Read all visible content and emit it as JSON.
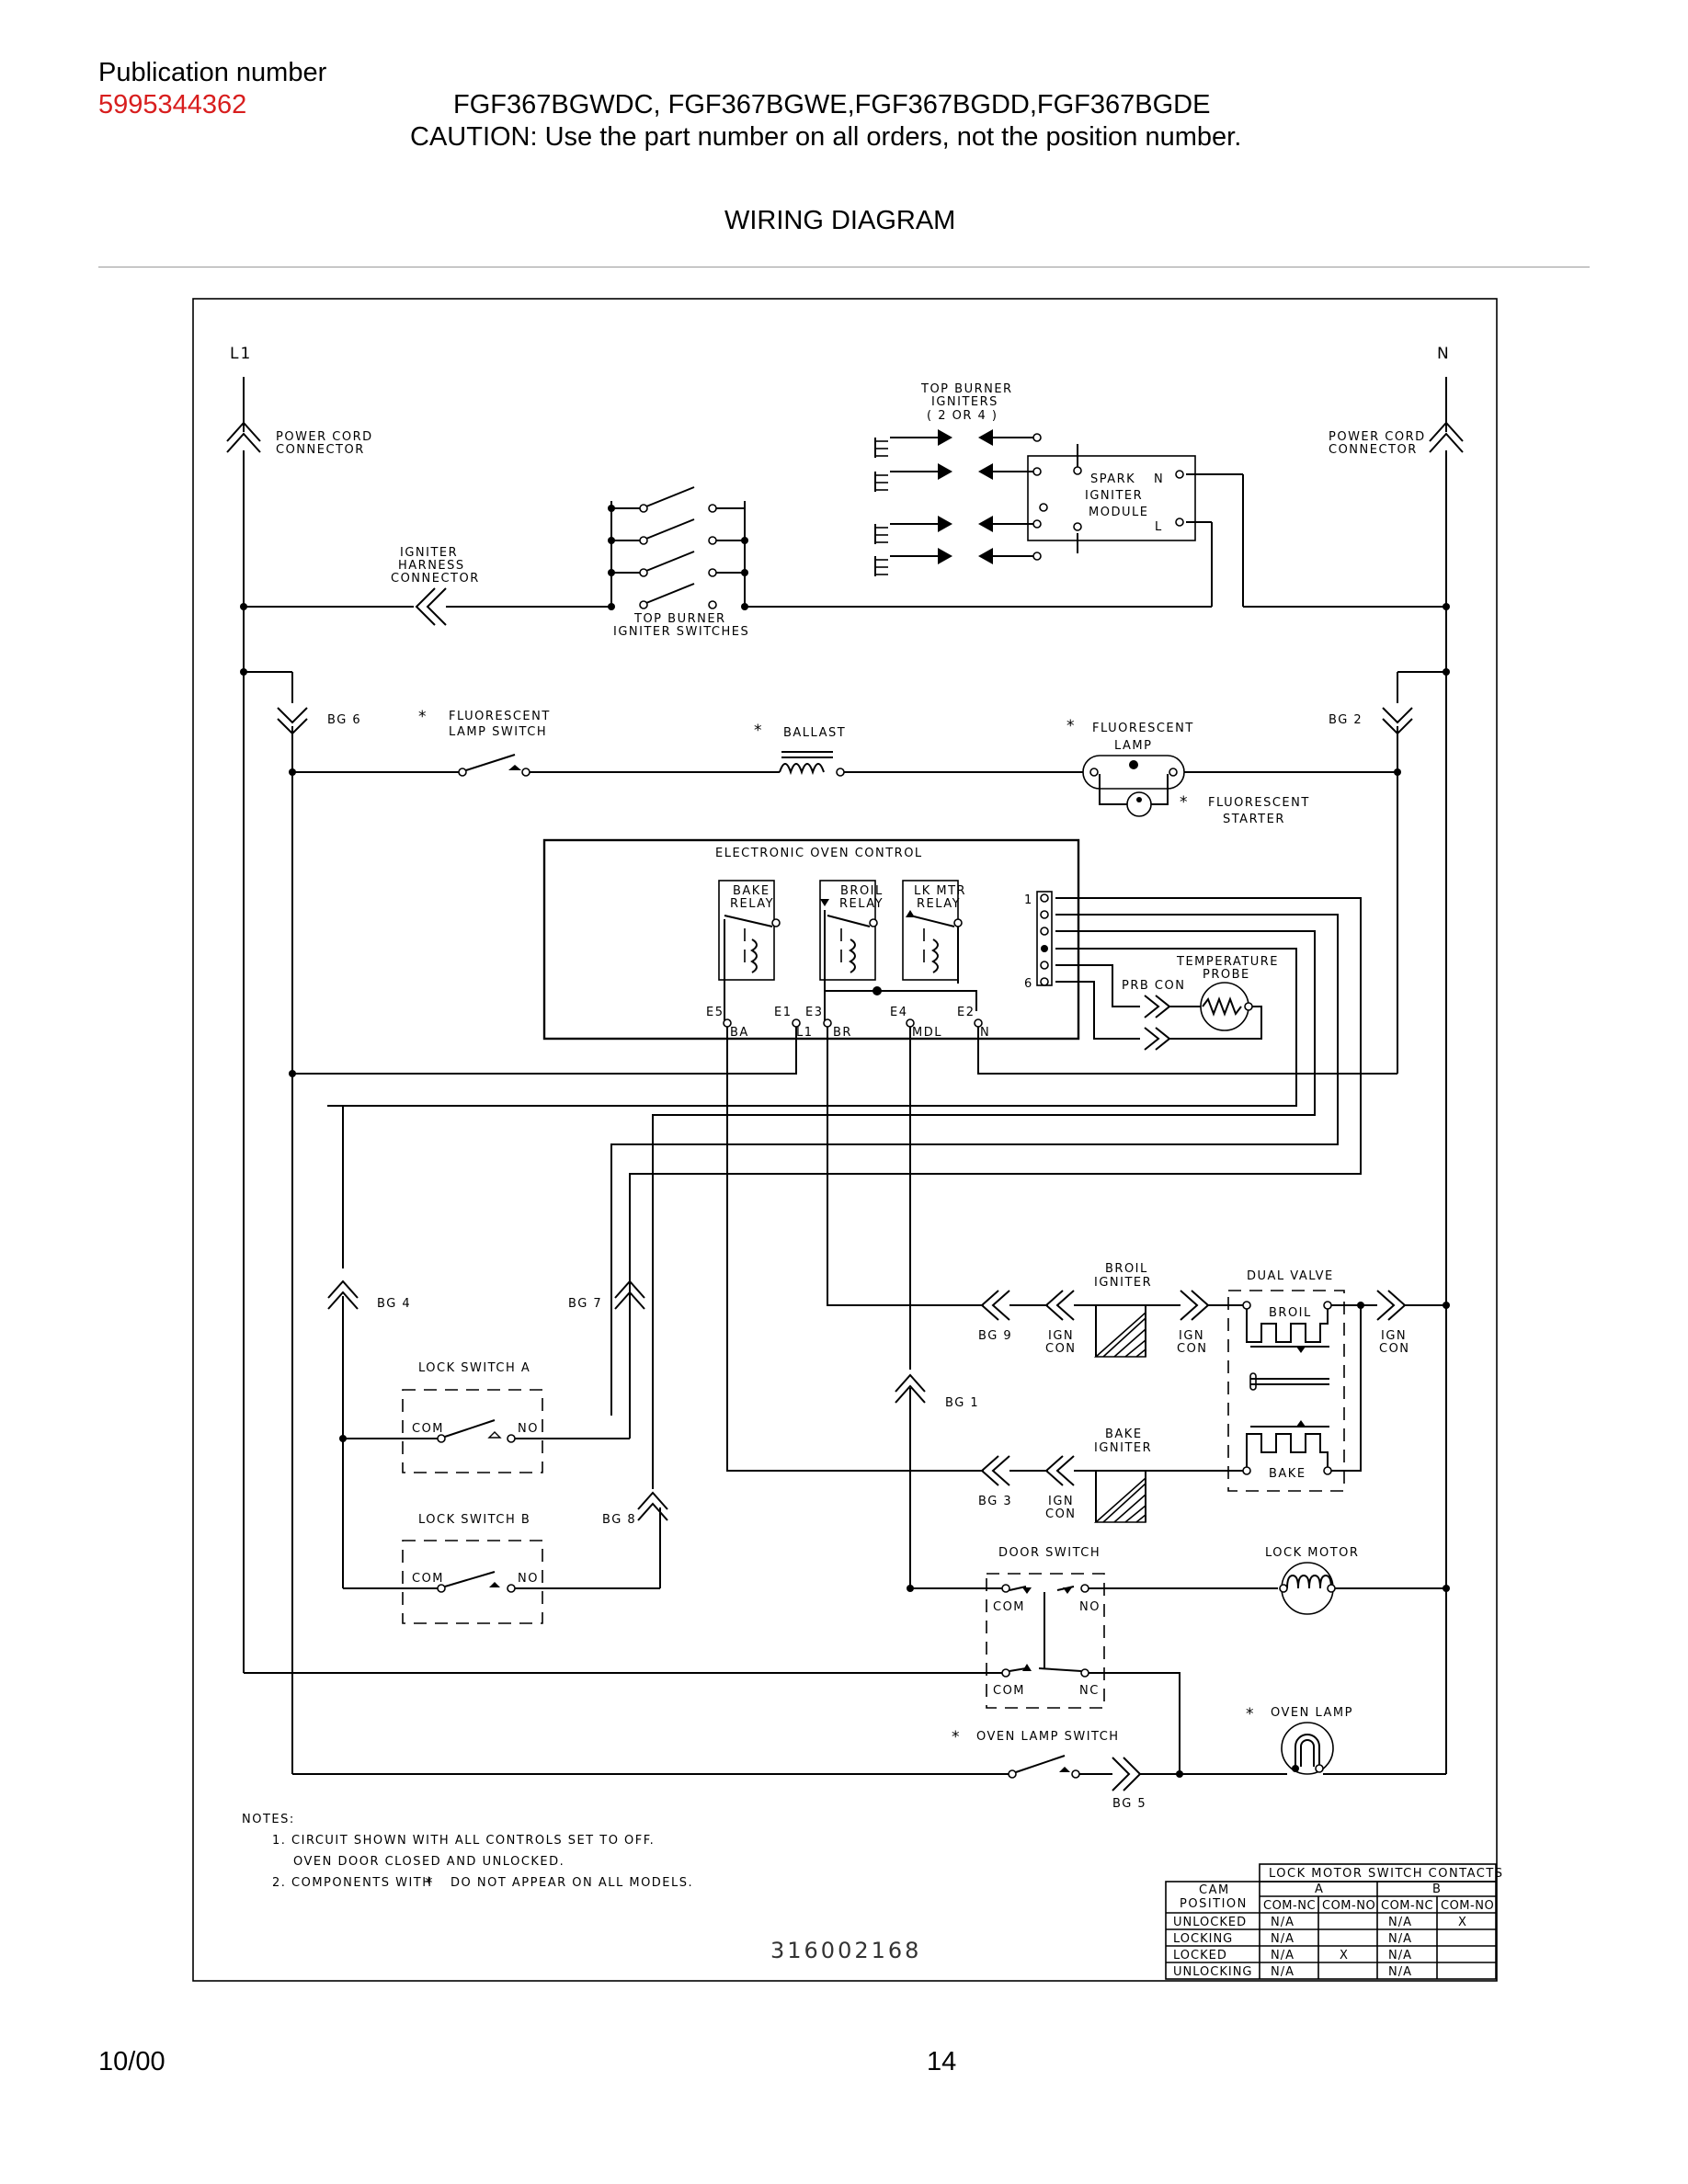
{
  "header": {
    "publication_label": "Publication number",
    "publication_number": "5995344362",
    "models": "FGF367BGWDC, FGF367BGWE,FGF367BGDD,FGF367BGDE",
    "caution": "CAUTION:  Use the part number on all orders, not the position number.",
    "title": "WIRING DIAGRAM",
    "accent_color": "#d81e1e"
  },
  "diagram": {
    "l1": "L1",
    "n": "N",
    "power_cord_left": [
      "POWER CORD",
      "CONNECTOR"
    ],
    "power_cord_right": [
      "POWER CORD",
      "CONNECTOR"
    ],
    "top_burner_igniters": [
      "TOP BURNER",
      "IGNITERS",
      "( 2 OR 4 )"
    ],
    "spark_module": [
      "SPARK",
      "IGNITER",
      "MODULE"
    ],
    "spark_n": "N",
    "spark_l": "L",
    "igniter_harness": [
      "IGNITER",
      "HARNESS",
      "CONNECTOR"
    ],
    "top_burner_switches": [
      "TOP BURNER",
      "IGNITER SWITCHES"
    ],
    "bg6": "BG 6",
    "bg2": "BG 2",
    "fluorescent_lamp_switch": [
      "FLUORESCENT",
      "LAMP SWITCH"
    ],
    "ballast": "BALLAST",
    "fluorescent_lamp": [
      "FLUORESCENT",
      "LAMP"
    ],
    "fluorescent_starter": [
      "FLUORESCENT",
      "STARTER"
    ],
    "eoc": "ELECTRONIC OVEN CONTROL",
    "bake_relay": [
      "BAKE",
      "RELAY"
    ],
    "broil_relay": [
      "BROIL",
      "RELAY"
    ],
    "lkmtr_relay": [
      "LK MTR",
      "RELAY"
    ],
    "pin1": "1",
    "pin6": "6",
    "temp_probe": [
      "TEMPERATURE",
      "PROBE"
    ],
    "prb_con": "PRB CON",
    "e_labels": [
      "E5",
      "E1",
      "E3",
      "E4",
      "E2"
    ],
    "e_sublabels": [
      "BA",
      "L1",
      "BR",
      "MDL",
      "N"
    ],
    "bg4": "BG 4",
    "bg7": "BG 7",
    "bg8": "BG 8",
    "bg1": "BG 1",
    "bg9": "BG 9",
    "bg3": "BG 3",
    "bg5": "BG 5",
    "ign_con": [
      "IGN",
      "CON"
    ],
    "broil_igniter": [
      "BROIL",
      "IGNITER"
    ],
    "bake_igniter": [
      "BAKE",
      "IGNITER"
    ],
    "dual_valve": "DUAL VALVE",
    "broil": "BROIL",
    "bake": "BAKE",
    "lock_switch_a": "LOCK SWITCH A",
    "lock_switch_b": "LOCK SWITCH B",
    "com": "COM",
    "no": "NO",
    "nc": "NC",
    "door_switch": "DOOR SWITCH",
    "lock_motor": "LOCK MOTOR",
    "oven_lamp": "OVEN LAMP",
    "oven_lamp_switch": "OVEN LAMP SWITCH",
    "asterisk": "*",
    "notes": [
      "NOTES:",
      "1.  CIRCUIT SHOWN WITH ALL CONTROLS SET TO OFF.",
      "OVEN DOOR CLOSED AND UNLOCKED.",
      "2.  COMPONENTS WITH",
      "DO NOT APPEAR ON ALL MODELS."
    ],
    "drawing_number": "316002168",
    "lock_table": {
      "title": "LOCK MOTOR SWITCH CONTACTS",
      "cam_position": [
        "CAM",
        "POSITION"
      ],
      "groups": [
        "A",
        "B"
      ],
      "columns": [
        "COM-NC",
        "COM-NO",
        "COM-NC",
        "COM-NO"
      ],
      "rows": [
        {
          "name": "UNLOCKED",
          "cells": [
            "N/A",
            "",
            "N/A",
            "X"
          ]
        },
        {
          "name": "LOCKING",
          "cells": [
            "N/A",
            "",
            "N/A",
            ""
          ]
        },
        {
          "name": "LOCKED",
          "cells": [
            "N/A",
            "X",
            "N/A",
            ""
          ]
        },
        {
          "name": "UNLOCKING",
          "cells": [
            "N/A",
            "",
            "N/A",
            ""
          ]
        }
      ]
    }
  },
  "footer": {
    "date": "10/00",
    "page": "14"
  }
}
